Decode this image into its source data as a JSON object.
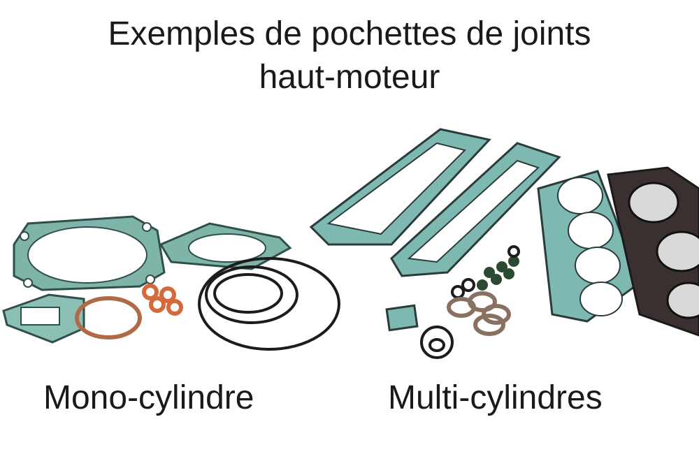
{
  "title": {
    "line1": "Exemples de pochettes de joints",
    "line2": "haut-moteur"
  },
  "labels": {
    "mono": "Mono-cylindre",
    "multi": "Multi-cylindres"
  },
  "colors": {
    "gasket_teal": "#6fb9b0",
    "gasket_dark": "#2b3a3a",
    "copper": "#d46a3c",
    "oring_black": "#1c1c1c",
    "head_gasket_dark": "#3b3030"
  }
}
